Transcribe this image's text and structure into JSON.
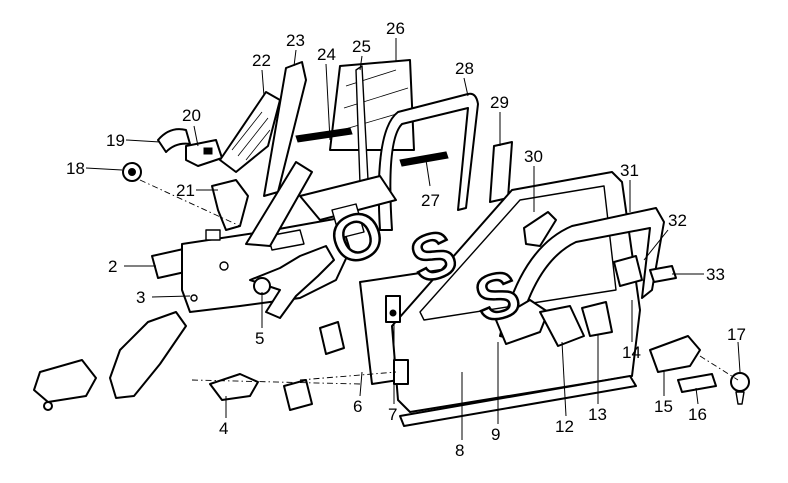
{
  "callouts": [
    {
      "id": "2",
      "label": "2"
    },
    {
      "id": "3",
      "label": "3"
    },
    {
      "id": "4",
      "label": "4"
    },
    {
      "id": "5",
      "label": "5"
    },
    {
      "id": "6",
      "label": "6"
    },
    {
      "id": "7",
      "label": "7"
    },
    {
      "id": "8",
      "label": "8"
    },
    {
      "id": "9",
      "label": "9"
    },
    {
      "id": "12",
      "label": "12"
    },
    {
      "id": "13",
      "label": "13"
    },
    {
      "id": "14",
      "label": "14"
    },
    {
      "id": "15",
      "label": "15"
    },
    {
      "id": "16",
      "label": "16"
    },
    {
      "id": "17",
      "label": "17"
    },
    {
      "id": "18",
      "label": "18"
    },
    {
      "id": "19",
      "label": "19"
    },
    {
      "id": "20",
      "label": "20"
    },
    {
      "id": "21",
      "label": "21"
    },
    {
      "id": "22",
      "label": "22"
    },
    {
      "id": "23",
      "label": "23"
    },
    {
      "id": "24",
      "label": "24"
    },
    {
      "id": "25",
      "label": "25"
    },
    {
      "id": "26",
      "label": "26"
    },
    {
      "id": "27",
      "label": "27"
    },
    {
      "id": "28",
      "label": "28"
    },
    {
      "id": "29",
      "label": "29"
    },
    {
      "id": "30",
      "label": "30"
    },
    {
      "id": "31",
      "label": "31"
    },
    {
      "id": "32",
      "label": "32"
    },
    {
      "id": "33",
      "label": "33"
    }
  ],
  "watermark": [
    "O",
    "S",
    "S"
  ]
}
